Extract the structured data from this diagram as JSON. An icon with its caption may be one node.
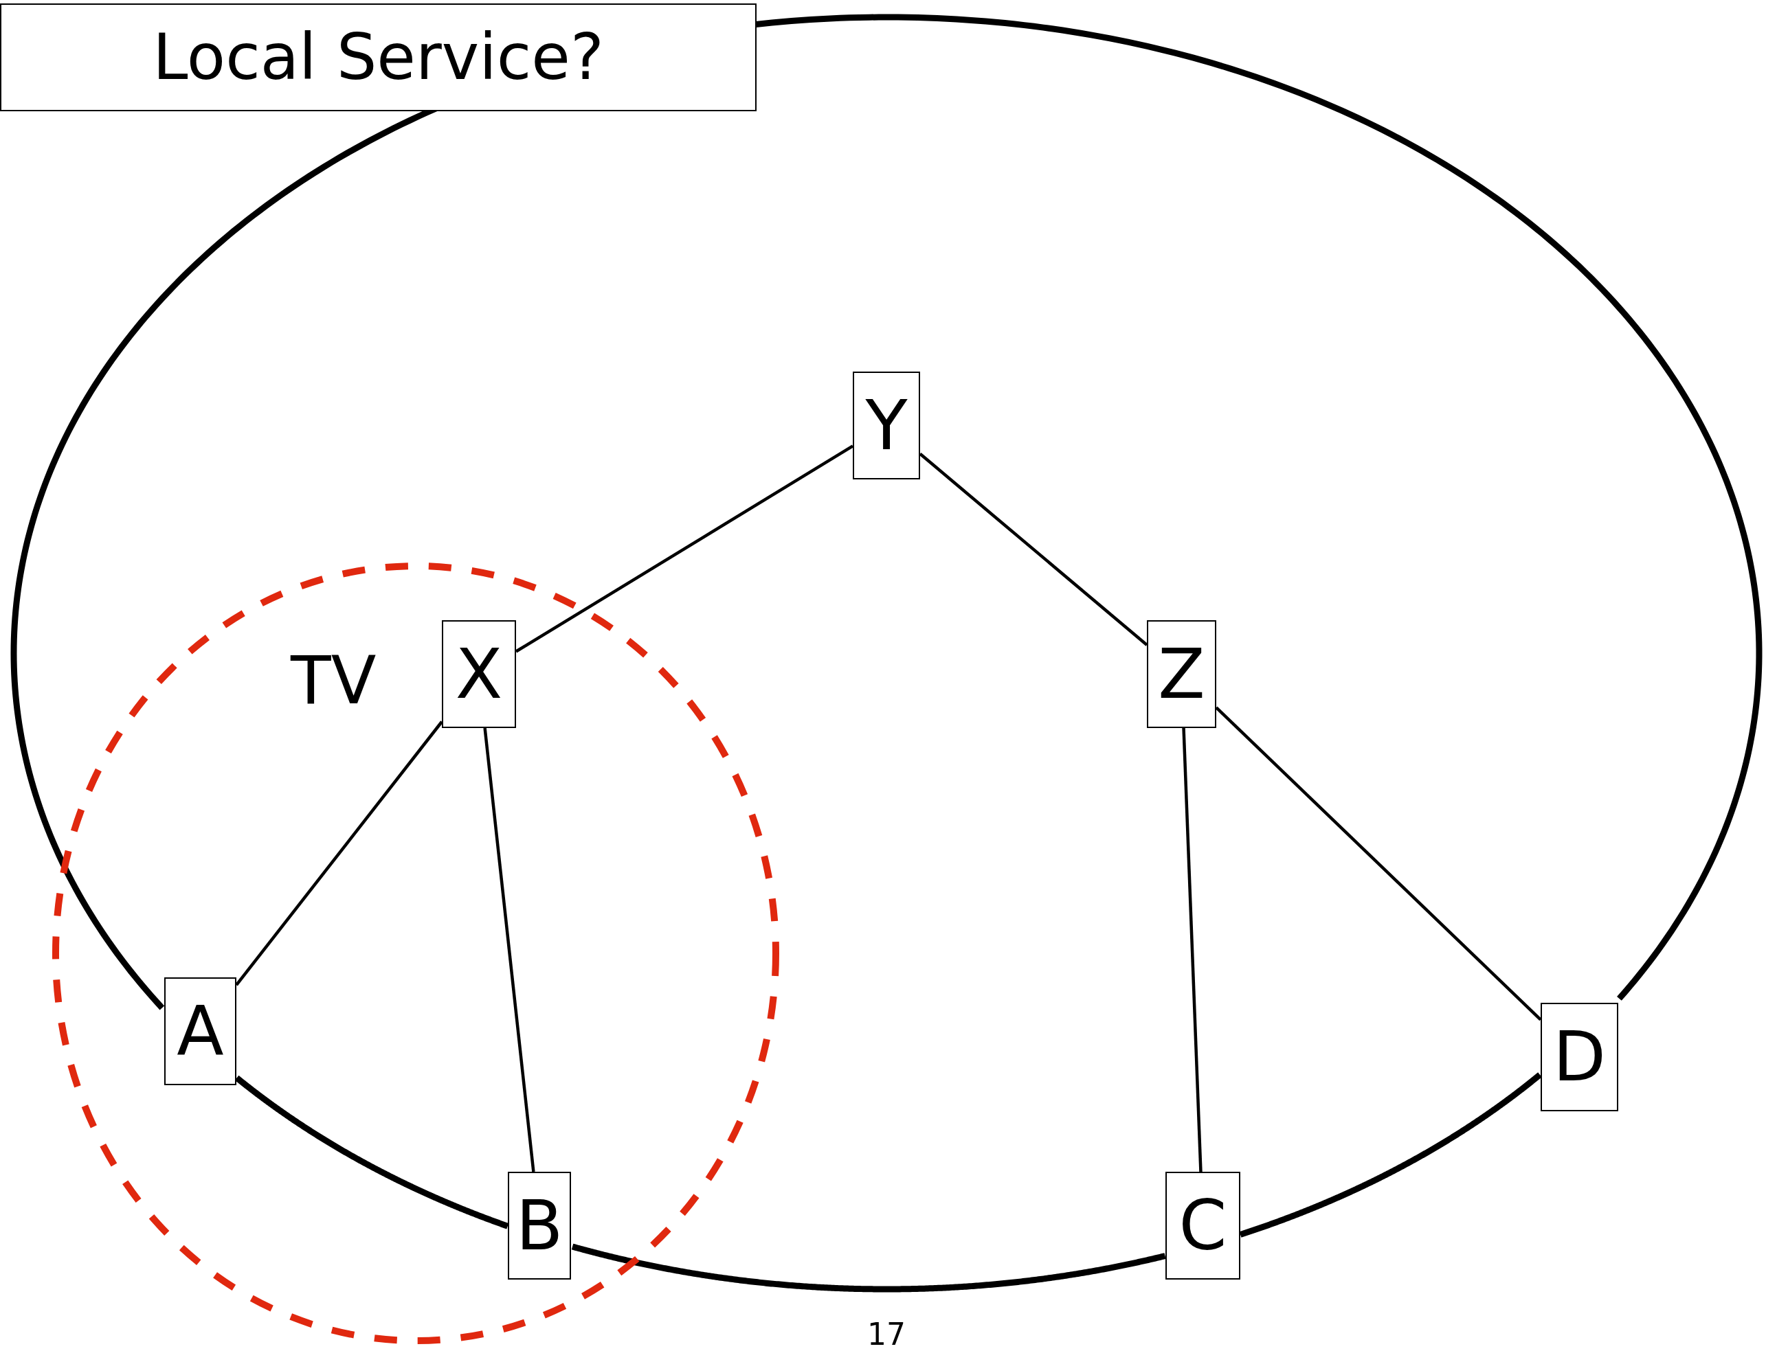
{
  "diagram": {
    "title": "Local Service?",
    "nodes": [
      {
        "text": [
          "TV"
        ]
      },
      {
        "text": [
          "Y"
        ]
      },
      {
        "text": [
          "X"
        ],
        "in": 0
      },
      {
        "text": [
          "Z"
        ]
      },
      {
        "text": [
          "A"
        ],
        "in": 0
      },
      {
        "text": [
          "D"
        ]
      },
      {
        "text": [
          "B"
        ],
        "in": 0
      },
      {
        "text": [
          "C"
        ]
      }
    ],
    "edges": [
      {
        "from": 2,
        "to": 1,
        "arrow": "none"
      },
      {
        "from": 1,
        "to": 3,
        "arrow": "none"
      },
      {
        "from": 2,
        "to": 4,
        "arrow": "none"
      },
      {
        "from": 2,
        "to": 6,
        "arrow": "none"
      },
      {
        "from": 3,
        "to": 7,
        "arrow": "none"
      },
      {
        "from": 3,
        "to": 5,
        "arrow": "none"
      },
      {
        "from": 4,
        "to": 6,
        "arrow": "none",
        "style": "thick"
      },
      {
        "from": 6,
        "to": 7,
        "arrow": "none",
        "style": "thick"
      },
      {
        "from": 7,
        "to": 5,
        "arrow": "none",
        "style": "thick"
      },
      {
        "from": 5,
        "to": 4,
        "arrow": "none",
        "style": "thick"
      }
    ],
    "labels": [
      "17"
    ]
  }
}
